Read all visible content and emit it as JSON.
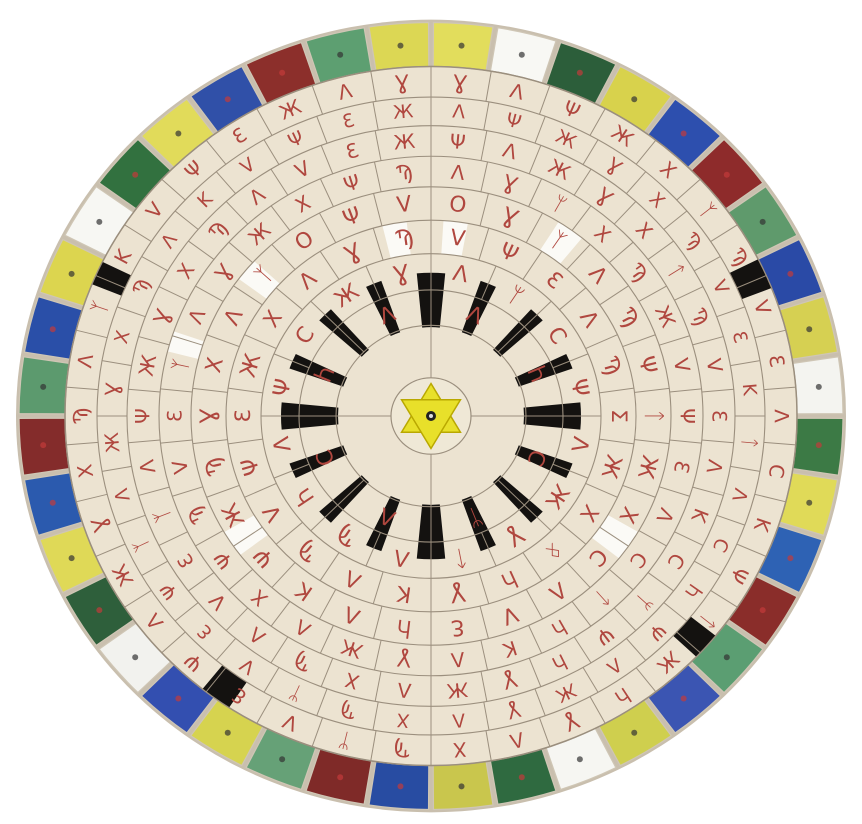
{
  "palette": {
    "background": "#ffffff",
    "disc": "#ece3d1",
    "disc_edge": "#c9bfae",
    "grid_lines": "#9b8f7e",
    "glyph_ink": "#b0473f",
    "black": "#141210",
    "white": "#fbfaf6",
    "star": "#e8e02a",
    "star_edge": "#b9a800",
    "border_colors": [
      "#e2dd5c",
      "#f8f8f4",
      "#2c5e3a",
      "#d8d24c",
      "#2d4fae",
      "#8e2b2b",
      "#5f9a6c",
      "#2a4aa6",
      "#d6d052",
      "#f4f4f0",
      "#3c7a45",
      "#e0da58",
      "#2e62b4",
      "#8a2d2a",
      "#5b9e72",
      "#3b55b2",
      "#cfcf4e",
      "#f6f6f2",
      "#2f6a40",
      "#c9c64d",
      "#284ca2",
      "#7f2a28",
      "#66a177",
      "#d6d34f",
      "#334fb0",
      "#f2f2ee",
      "#2e5f3b",
      "#dfd957",
      "#2b5aae",
      "#842c2b",
      "#5c9a6e",
      "#2a4fa8",
      "#dcd54f",
      "#f7f7f3",
      "#32713f",
      "#e1db5a",
      "#3050a8",
      "#8c2f2b",
      "#5d9f71",
      "#dcd754"
    ]
  },
  "rings": [
    {
      "glyphs": [
        "Λ",
        "Ⴙ",
        "C",
        "ᛘ",
        "Λ",
        "Ϲ",
        "Ⴙ",
        "Λ"
      ]
    },
    {
      "glyphs": [
        "Λ",
        "ᛘ",
        "Ϲ",
        "Ψ",
        "Ʌ",
        "Ж",
        "Ɣ",
        "ᛏ",
        "Λ",
        "Ϡ",
        "Ⴙ",
        "Ʌ",
        "Ψ",
        "Ϲ",
        "Ж",
        "Ɣ"
      ]
    },
    {
      "glyphs": [
        "V",
        "Ψ",
        "Ɛ",
        "Λ",
        "Ϡ",
        "Ʃ",
        "Ж",
        "X",
        "ᛟ",
        "Ⴙ",
        "Ɣ",
        "K",
        "Λ",
        "Ϡ",
        "V",
        "Ψ",
        "Ɛ",
        "Ж",
        "X",
        "Λ",
        "Ɣ",
        "Ϡ"
      ]
    },
    {
      "glyphs": [
        "O",
        "Ɣ",
        "ᛉ",
        "Λ",
        "Ϡ",
        "Ψ",
        "ᛏ",
        "Ж",
        "X",
        "Ϲ",
        "Ʌ",
        "V",
        "Ɛ",
        "Ⴙ",
        "Λ",
        "K",
        "Ψ",
        "Ж",
        "Ϡ",
        "Ɣ",
        "X",
        "Λ",
        "ᛉ",
        "O",
        "Ψ",
        "V"
      ]
    },
    {
      "glyphs": [
        "Λ",
        "Ɣ",
        "ᛘ",
        "X",
        "Ϡ",
        "Ж",
        "V",
        "Ψ",
        "Ɛ",
        "Λ",
        "Ϲ",
        "ᛏ",
        "Ⴙ",
        "K",
        "Ʌ",
        "Ɣ",
        "Ж",
        "Λ",
        "X",
        "Ψ",
        "Ϡ",
        "V",
        "Ɛ",
        "ᛉ",
        "Λ",
        "Ɣ",
        "Ж",
        "X",
        "Ψ",
        "Ϡ"
      ]
    },
    {
      "glyphs": [
        "Ψ",
        "Λ",
        "Ж",
        "Ɣ",
        "X",
        "ᛏ",
        "Ϡ",
        "V",
        "Ɛ",
        "Λ",
        "K",
        "Ϲ",
        "ᛘ",
        "Ψ",
        "Ⴙ",
        "Ɣ",
        "Ж",
        "Λ",
        "X",
        "Ϡ",
        "Ʌ",
        "V",
        "Ɛ",
        "ᛉ",
        "Λ",
        "Ψ",
        "Ж",
        "Ɣ",
        "X",
        "Ϡ",
        "Λ",
        "V",
        "Ɛ",
        "Ж"
      ]
    },
    {
      "glyphs": [
        "Λ",
        "Ψ",
        "Ж",
        "Ɣ",
        "X",
        "Ϡ",
        "V",
        "Ɛ",
        "K",
        "ᛏ",
        "Λ",
        "Ϲ",
        "Ⴙ",
        "Ψ",
        "Ʌ",
        "Ж",
        "Ɣ",
        "Λ",
        "X",
        "Ϡ",
        "ᛘ",
        "V",
        "Ɛ",
        "Ψ",
        "ᛉ",
        "Λ",
        "Ж",
        "Ɣ",
        "X",
        "Ϡ",
        "Λ",
        "K",
        "V",
        "Ψ",
        "Ɛ",
        "Ж"
      ]
    },
    {
      "glyphs": [
        "Ɣ",
        "Λ",
        "Ψ",
        "Ж",
        "X",
        "ᛉ",
        "Ϡ",
        "V",
        "Ɛ",
        "Λ",
        "Ϲ",
        "K",
        "Ψ",
        "ᛏ",
        "Ж",
        "Ⴙ",
        "Ɣ",
        "Λ",
        "X",
        "Ϡ",
        "ᛘ",
        "V",
        "Ɛ",
        "Ψ",
        "Λ",
        "Ж",
        "Ɣ",
        "X",
        "Ϡ",
        "Λ",
        "ᛉ",
        "K",
        "V",
        "Ψ",
        "Ɛ",
        "Ж",
        "Λ",
        "Ɣ"
      ]
    }
  ]
}
